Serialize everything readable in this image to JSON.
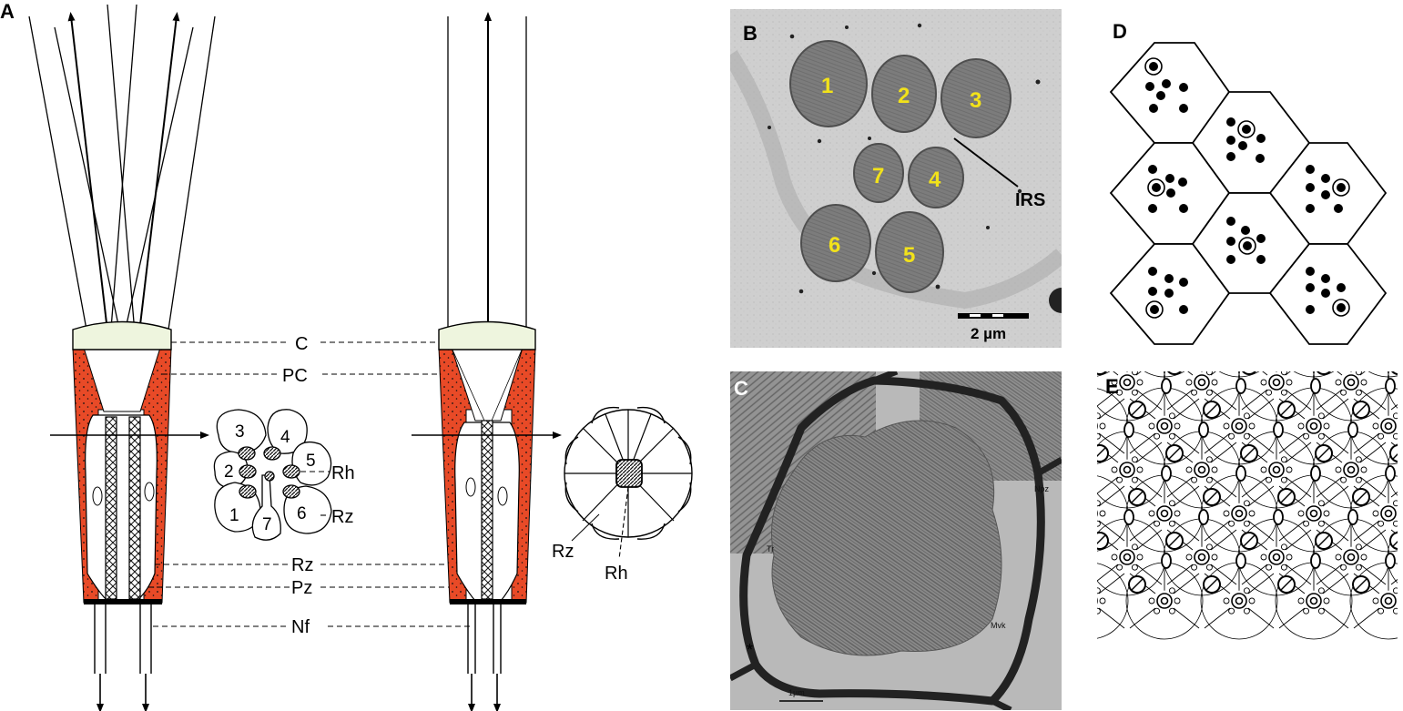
{
  "panels": {
    "A": {
      "letter": "A",
      "labels": {
        "c": "C",
        "pc": "PC",
        "rh": "Rh",
        "rz": "Rz",
        "rz2": "Rz",
        "pz": "Pz",
        "nf": "Nf",
        "rz_right": "Rz",
        "rh_right": "Rh"
      },
      "rhabdomere_numbers": [
        "1",
        "2",
        "3",
        "4",
        "5",
        "6",
        "7"
      ]
    },
    "B": {
      "letter": "B",
      "rhabdomere_numbers": [
        "1",
        "2",
        "3",
        "4",
        "5",
        "6",
        "7"
      ],
      "irs_label": "IRS",
      "scale_bar": "2 µm"
    },
    "C": {
      "letter": "C",
      "labels": {
        "npz": "Npz",
        "tr": "Tr",
        "mvk": "Mvk",
        "asterisk": "*"
      },
      "scale_bar": "1µm"
    },
    "D": {
      "letter": "D"
    },
    "E": {
      "letter": "E"
    }
  },
  "colors": {
    "pigment": "#e84a27",
    "lens": "#eef5de",
    "em_gray": "#c9c9c9",
    "rhabdomere": "#7a7a7a",
    "label_yellow": "#f2e21a"
  }
}
